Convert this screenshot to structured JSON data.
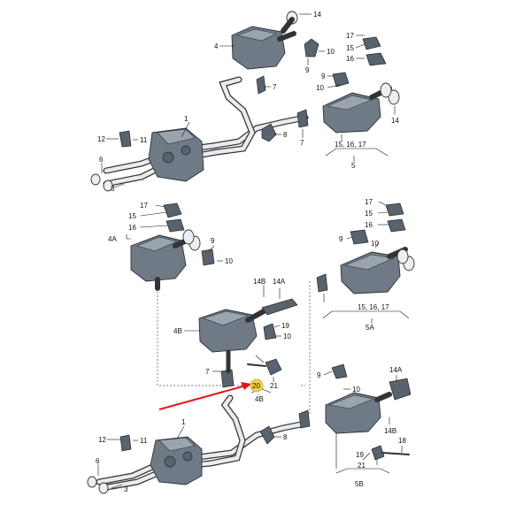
{
  "labels": {
    "l1_top": "1",
    "l4": "4",
    "l14_top": "14",
    "l10_top": "10",
    "l9_top": "9",
    "l7_top": "7",
    "l17_top": "17",
    "l15_top": "15",
    "l16_top": "16",
    "l9_r_top": "9",
    "l10_r_top": "10",
    "l14_r_top": "14",
    "l8_top": "8",
    "l7_mid_top": "7",
    "l12_top": "12",
    "l11_top": "11",
    "l6_top": "6",
    "l3_top": "3",
    "l5_group": "15, 16, 17",
    "l5": "5",
    "l17_4a": "17",
    "l15_4a": "15",
    "l16_4a": "16",
    "l4a": "4A",
    "l9_4a": "9",
    "l10_4a": "10",
    "l17_5a": "17",
    "l15_5a": "15",
    "l16_5a": "16",
    "l9_5a": "9",
    "l10_5a": "10",
    "l14b": "14B",
    "l14a": "14A",
    "l5a_group": "15, 16, 17",
    "l5a": "5A",
    "l4b": "4B",
    "l7_4b": "7",
    "l19": "19",
    "l10_4b": "10",
    "l20": "20",
    "l21_4b": "21",
    "l4b_bottom": "4B",
    "l9_5b": "9",
    "l10_5b": "10",
    "l14a_5b": "14A",
    "l14b_5b": "14B",
    "l18": "18",
    "l19_5b": "19",
    "l21_5b": "21",
    "l5b": "5B",
    "l1_bot": "1",
    "l12_bot": "12",
    "l11_bot": "11",
    "l6_bot": "6",
    "l3_bot": "3",
    "l8_bot": "8"
  },
  "colors": {
    "highlight": "#f2d34a",
    "arrow": "#e8141c",
    "body": "#6f7a86"
  }
}
